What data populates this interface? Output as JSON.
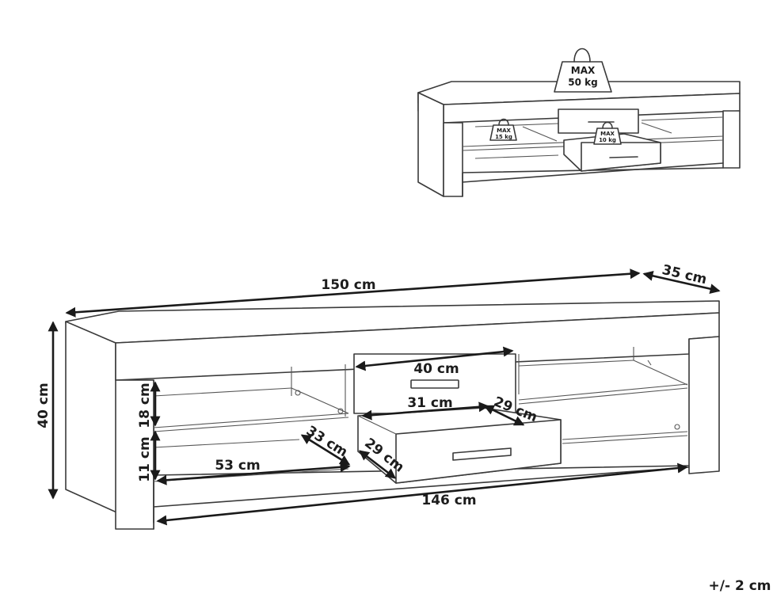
{
  "preview": {
    "max_top_label": "MAX",
    "max_top_value": "50 kg",
    "max_shelf_label": "MAX",
    "max_shelf_value": "15 kg",
    "max_drawer_label": "MAX",
    "max_drawer_value": "10 kg"
  },
  "dimensions": {
    "width": "150 cm",
    "depth": "35 cm",
    "height": "40 cm",
    "shelf_upper_height": "18 cm",
    "shelf_lower_height": "11 cm",
    "inner_width": "146 cm",
    "side_compartment_width": "53 cm",
    "side_compartment_depth": "33 cm",
    "center_gap_depth": "29 cm",
    "drawer_front_width": "40 cm",
    "drawer_inner_width": "31 cm",
    "drawer_depth": "29 cm"
  },
  "tolerance": "+/- 2 cm"
}
